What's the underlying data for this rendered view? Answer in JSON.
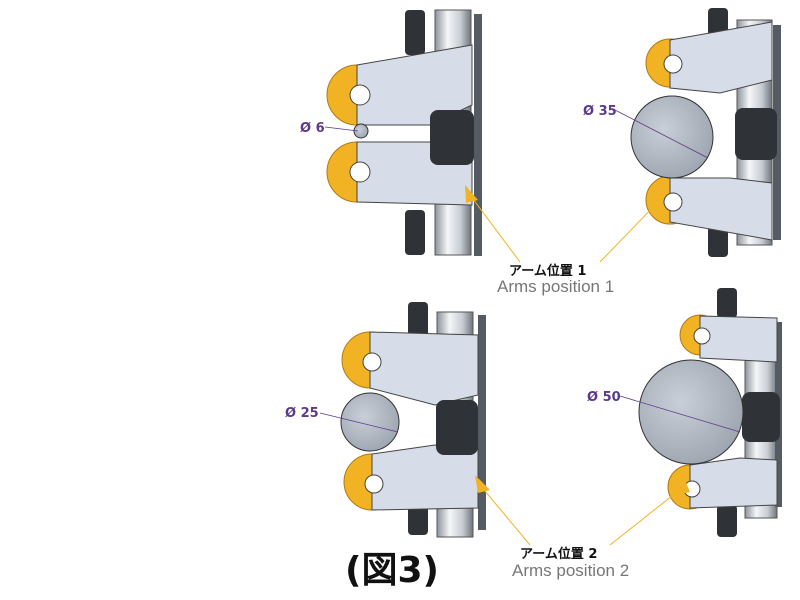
{
  "diameters": {
    "d1": "Ø 6",
    "d2": "Ø 35",
    "d3": "Ø 25",
    "d4": "Ø 50"
  },
  "labels": {
    "pos1_jp": "アーム位置 1",
    "pos1_en": "Arms position 1",
    "pos2_jp": "アーム位置 2",
    "pos2_en": "Arms position 2"
  },
  "figure_label": "(図3)",
  "colors": {
    "arm": "#d6dde8",
    "roller": "#f1b323",
    "workpiece": "#b9c0cb",
    "dimension": "#5b3a8c"
  }
}
